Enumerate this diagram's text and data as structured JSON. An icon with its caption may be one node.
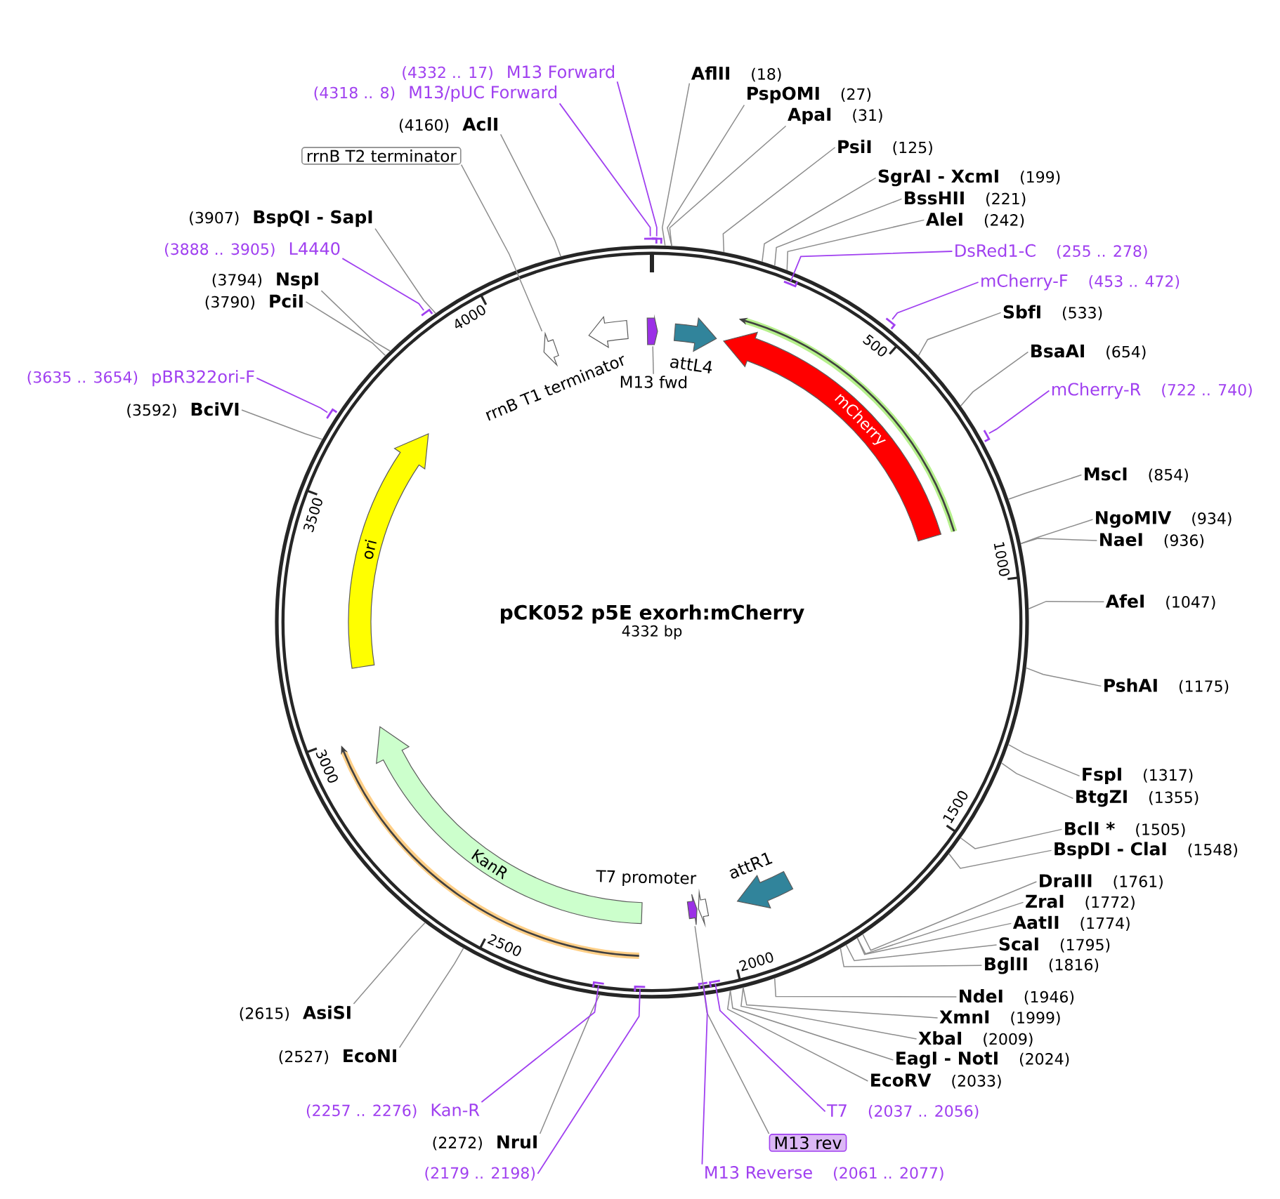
{
  "diagram": {
    "nodes": [
      {
        "text": [
          "pCK052 p5E exorh:mCherry",
          "4332 bp"
        ]
      },
      {
        "text": [
          "mCherry"
        ],
        "in": 0
      },
      {
        "text": [
          "ori"
        ],
        "in": 0
      },
      {
        "text": [
          "KanR"
        ],
        "in": 0
      },
      {
        "text": [],
        "shape": "pentagon",
        "in": 0
      },
      {
        "text": [
          "M13 fwd"
        ],
        "in": 0
      },
      {
        "text": [
          "attL4"
        ],
        "in": 0
      },
      {
        "text": [
          "rrnB T1 terminator"
        ],
        "in": 0
      },
      {
        "text": [],
        "shape": "pentagon",
        "in": 0
      },
      {
        "text": [
          "T7 promoter"
        ],
        "in": 0
      },
      {
        "text": [],
        "shape": "pentagon",
        "in": 0
      },
      {
        "text": [
          "attR1"
        ],
        "in": 0
      },
      {
        "text": [],
        "shape": "bar"
      },
      {
        "text": [],
        "shape": "bar"
      },
      {
        "text": [],
        "shape": "bar",
        "in": 0
      },
      {
        "text": [],
        "shape": "bar"
      },
      {
        "text": [],
        "shape": "bar"
      },
      {
        "text": [],
        "shape": "bar",
        "in": 0
      },
      {
        "text": [],
        "shape": "bar",
        "in": 0
      },
      {
        "text": [],
        "shape": "bar",
        "in": 0
      },
      {
        "text": [],
        "shape": "bar",
        "in": 0
      },
      {
        "text": [],
        "shape": "bar"
      },
      {
        "text": [],
        "shape": "bar"
      },
      {
        "text": [
          "AflII",
          "(18)"
        ]
      },
      {
        "text": [
          "PspOMI",
          "(27)"
        ]
      },
      {
        "text": [
          "ApaI",
          "(31)"
        ]
      },
      {
        "text": [
          "PsiI",
          "(125)"
        ]
      },
      {
        "text": [
          "SgrAI - XcmI",
          "(199)"
        ]
      },
      {
        "text": [
          "BssHII",
          "(221)"
        ]
      },
      {
        "text": [
          "AleI",
          "(242)"
        ]
      },
      {
        "text": [
          "DsRed1-C",
          "(255 .. 278)"
        ]
      },
      {
        "text": [
          "mCherry-F",
          "(453 .. 472)"
        ]
      },
      {
        "text": [
          "SbfI",
          "(533)"
        ]
      },
      {
        "text": [
          "BsaAI",
          "(654)"
        ]
      },
      {
        "text": [
          "mCherry-R",
          "(722 .. 740)"
        ]
      },
      {
        "text": [
          "MscI",
          "(854)"
        ]
      },
      {
        "text": [
          "NgoMIV",
          "(934)"
        ]
      },
      {
        "text": [
          "NaeI",
          "(936)"
        ]
      },
      {
        "text": [
          "AfeI",
          "(1047)"
        ]
      },
      {
        "text": [
          "PshAI",
          "(1175)"
        ]
      },
      {
        "text": [
          "FspI",
          "(1317)"
        ]
      },
      {
        "text": [
          "BtgZI",
          "(1355)"
        ]
      },
      {
        "text": [
          "BclI *",
          "(1505)"
        ]
      },
      {
        "text": [
          "BspDI - ClaI",
          "(1548)"
        ]
      },
      {
        "text": [
          "DraIII",
          "(1761)"
        ]
      },
      {
        "text": [
          "ZraI",
          "(1772)"
        ]
      },
      {
        "text": [
          "AatII",
          "(1774)"
        ]
      },
      {
        "text": [
          "ScaI",
          "(1795)"
        ]
      },
      {
        "text": [
          "BglII",
          "(1816)"
        ]
      },
      {
        "text": [
          "NdeI",
          "(1946)"
        ]
      },
      {
        "text": [
          "XmnI",
          "(1999)"
        ]
      },
      {
        "text": [
          "XbaI",
          "(2009)"
        ]
      },
      {
        "text": [
          "EagI - NotI",
          "(2024)"
        ]
      },
      {
        "text": [
          "EcoRV",
          "(2033)"
        ]
      },
      {
        "text": [
          "T7",
          "(2037 .. 2056)"
        ]
      },
      {
        "text": [
          "M13 rev"
        ]
      },
      {
        "text": [
          "M13 Reverse",
          "(2061 .. 2077)"
        ]
      },
      {
        "text": [
          "(2179 .. 2198)"
        ]
      },
      {
        "text": [
          "(2272)",
          "NruI"
        ]
      },
      {
        "text": [
          "(2257 .. 2276)",
          "Kan-R"
        ]
      },
      {
        "text": [
          "(2527)",
          "EcoNI"
        ]
      },
      {
        "text": [
          "(2615)",
          "AsiSI"
        ]
      },
      {
        "text": [
          "(3592)",
          "BciVI"
        ]
      },
      {
        "text": [
          "(3635 .. 3654)",
          "pBR322ori-F"
        ]
      },
      {
        "text": [
          "(3790)",
          "PciI"
        ]
      },
      {
        "text": [
          "(3794)",
          "NspI"
        ]
      },
      {
        "text": [
          "(3888 .. 3905)",
          "L4440"
        ]
      },
      {
        "text": [
          "(3907)",
          "BspQI - SapI"
        ]
      },
      {
        "text": [
          "rrnB T2 terminator"
        ]
      },
      {
        "text": [
          "(4160)",
          "AclI"
        ]
      },
      {
        "text": [
          "(4318 .. 8)",
          "M13/pUC Forward"
        ]
      },
      {
        "text": [
          "(4332 .. 17)",
          "M13 Forward"
        ]
      }
    ],
    "edges": [
      {
        "from": 5,
        "to": 4,
        "arrow": "none"
      },
      {
        "from": 23,
        "to": 0,
        "arrow": "none"
      },
      {
        "from": 24,
        "to": 0,
        "arrow": "none"
      },
      {
        "from": 25,
        "to": 0,
        "arrow": "none"
      },
      {
        "from": 26,
        "to": 0,
        "arrow": "none"
      },
      {
        "from": 27,
        "to": 0,
        "arrow": "none"
      },
      {
        "from": 28,
        "to": 0,
        "arrow": "none"
      },
      {
        "from": 29,
        "to": 0,
        "arrow": "none"
      },
      {
        "from": 30,
        "to": 14,
        "arrow": "none",
        "color": "#a040f0"
      },
      {
        "from": 31,
        "to": 15,
        "arrow": "none",
        "color": "#a040f0"
      },
      {
        "from": 32,
        "to": 0,
        "arrow": "none"
      },
      {
        "from": 33,
        "to": 0,
        "arrow": "none"
      },
      {
        "from": 34,
        "to": 16,
        "arrow": "none",
        "color": "#a040f0"
      },
      {
        "from": 35,
        "to": 0,
        "arrow": "none"
      },
      {
        "from": 36,
        "to": 0,
        "arrow": "none"
      },
      {
        "from": 37,
        "to": 0,
        "arrow": "none"
      },
      {
        "from": 38,
        "to": 0,
        "arrow": "none"
      },
      {
        "from": 39,
        "to": 0,
        "arrow": "none"
      },
      {
        "from": 40,
        "to": 0,
        "arrow": "none"
      },
      {
        "from": 41,
        "to": 0,
        "arrow": "none"
      },
      {
        "from": 42,
        "to": 0,
        "arrow": "none"
      },
      {
        "from": 43,
        "to": 0,
        "arrow": "none"
      },
      {
        "from": 44,
        "to": 0,
        "arrow": "none"
      },
      {
        "from": 45,
        "to": 0,
        "arrow": "none"
      },
      {
        "from": 46,
        "to": 0,
        "arrow": "none"
      },
      {
        "from": 47,
        "to": 0,
        "arrow": "none"
      },
      {
        "from": 48,
        "to": 0,
        "arrow": "none"
      },
      {
        "from": 49,
        "to": 0,
        "arrow": "none"
      },
      {
        "from": 50,
        "to": 0,
        "arrow": "none"
      },
      {
        "from": 51,
        "to": 0,
        "arrow": "none"
      },
      {
        "from": 52,
        "to": 0,
        "arrow": "none"
      },
      {
        "from": 53,
        "to": 0,
        "arrow": "none"
      },
      {
        "from": 54,
        "to": 17,
        "arrow": "none",
        "color": "#a040f0"
      },
      {
        "from": 55,
        "to": 10,
        "arrow": "none"
      },
      {
        "from": 56,
        "to": 18,
        "arrow": "none",
        "color": "#a040f0"
      },
      {
        "from": 57,
        "to": 19,
        "arrow": "none",
        "color": "#a040f0"
      },
      {
        "from": 58,
        "to": 0,
        "arrow": "none"
      },
      {
        "from": 59,
        "to": 20,
        "arrow": "none",
        "color": "#a040f0"
      },
      {
        "from": 60,
        "to": 0,
        "arrow": "none"
      },
      {
        "from": 61,
        "to": 0,
        "arrow": "none"
      },
      {
        "from": 62,
        "to": 0,
        "arrow": "none"
      },
      {
        "from": 63,
        "to": 21,
        "arrow": "none",
        "color": "#a040f0"
      },
      {
        "from": 64,
        "to": 0,
        "arrow": "none"
      },
      {
        "from": 65,
        "to": 0,
        "arrow": "none"
      },
      {
        "from": 66,
        "to": 22,
        "arrow": "none",
        "color": "#a040f0"
      },
      {
        "from": 67,
        "to": 0,
        "arrow": "none"
      },
      {
        "from": 68,
        "to": 8,
        "arrow": "none"
      },
      {
        "from": 69,
        "to": 0,
        "arrow": "none"
      },
      {
        "from": 70,
        "to": 13,
        "arrow": "none",
        "color": "#a040f0"
      },
      {
        "from": 71,
        "to": 12,
        "arrow": "none",
        "color": "#a040f0"
      }
    ],
    "labels": [
      "500",
      "1000",
      "1500",
      "2000",
      "2500",
      "3000",
      "3500",
      "4000"
    ]
  }
}
